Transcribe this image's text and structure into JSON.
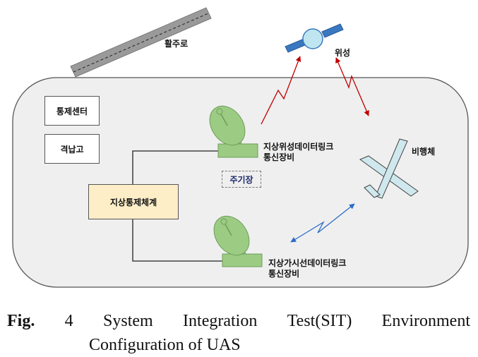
{
  "diagram": {
    "runway_label": "활주로",
    "satellite_label": "위성",
    "control_center_label": "통제센터",
    "hangar_label": "격납고",
    "ground_control_system_label": "지상통제체계",
    "apron_label": "주기장",
    "satcom_equipment_label_line1": "지상위성데이터링크",
    "satcom_equipment_label_line2": "통신장비",
    "los_equipment_label_line1": "지상가시선데이터링크",
    "los_equipment_label_line2": "통신장비",
    "aircraft_label": "비행체"
  },
  "caption": {
    "prefix": "Fig.",
    "number": "4",
    "words_line1": [
      "System",
      "Integration",
      "Test(SIT)",
      "Environment"
    ],
    "line2": "Configuration  of  UAS"
  },
  "colors": {
    "area_fill": "#efefef",
    "dish_fill": "#9ccc84",
    "dish_stroke": "#6c9c58",
    "gcs_fill": "#fdeec8",
    "aircraft_fill": "#cfe8ee",
    "satellite_body": "#bfe6f0",
    "satellite_panel": "#3a78c0",
    "red_link": "#c00000",
    "blue_link": "#2a6cc8"
  }
}
